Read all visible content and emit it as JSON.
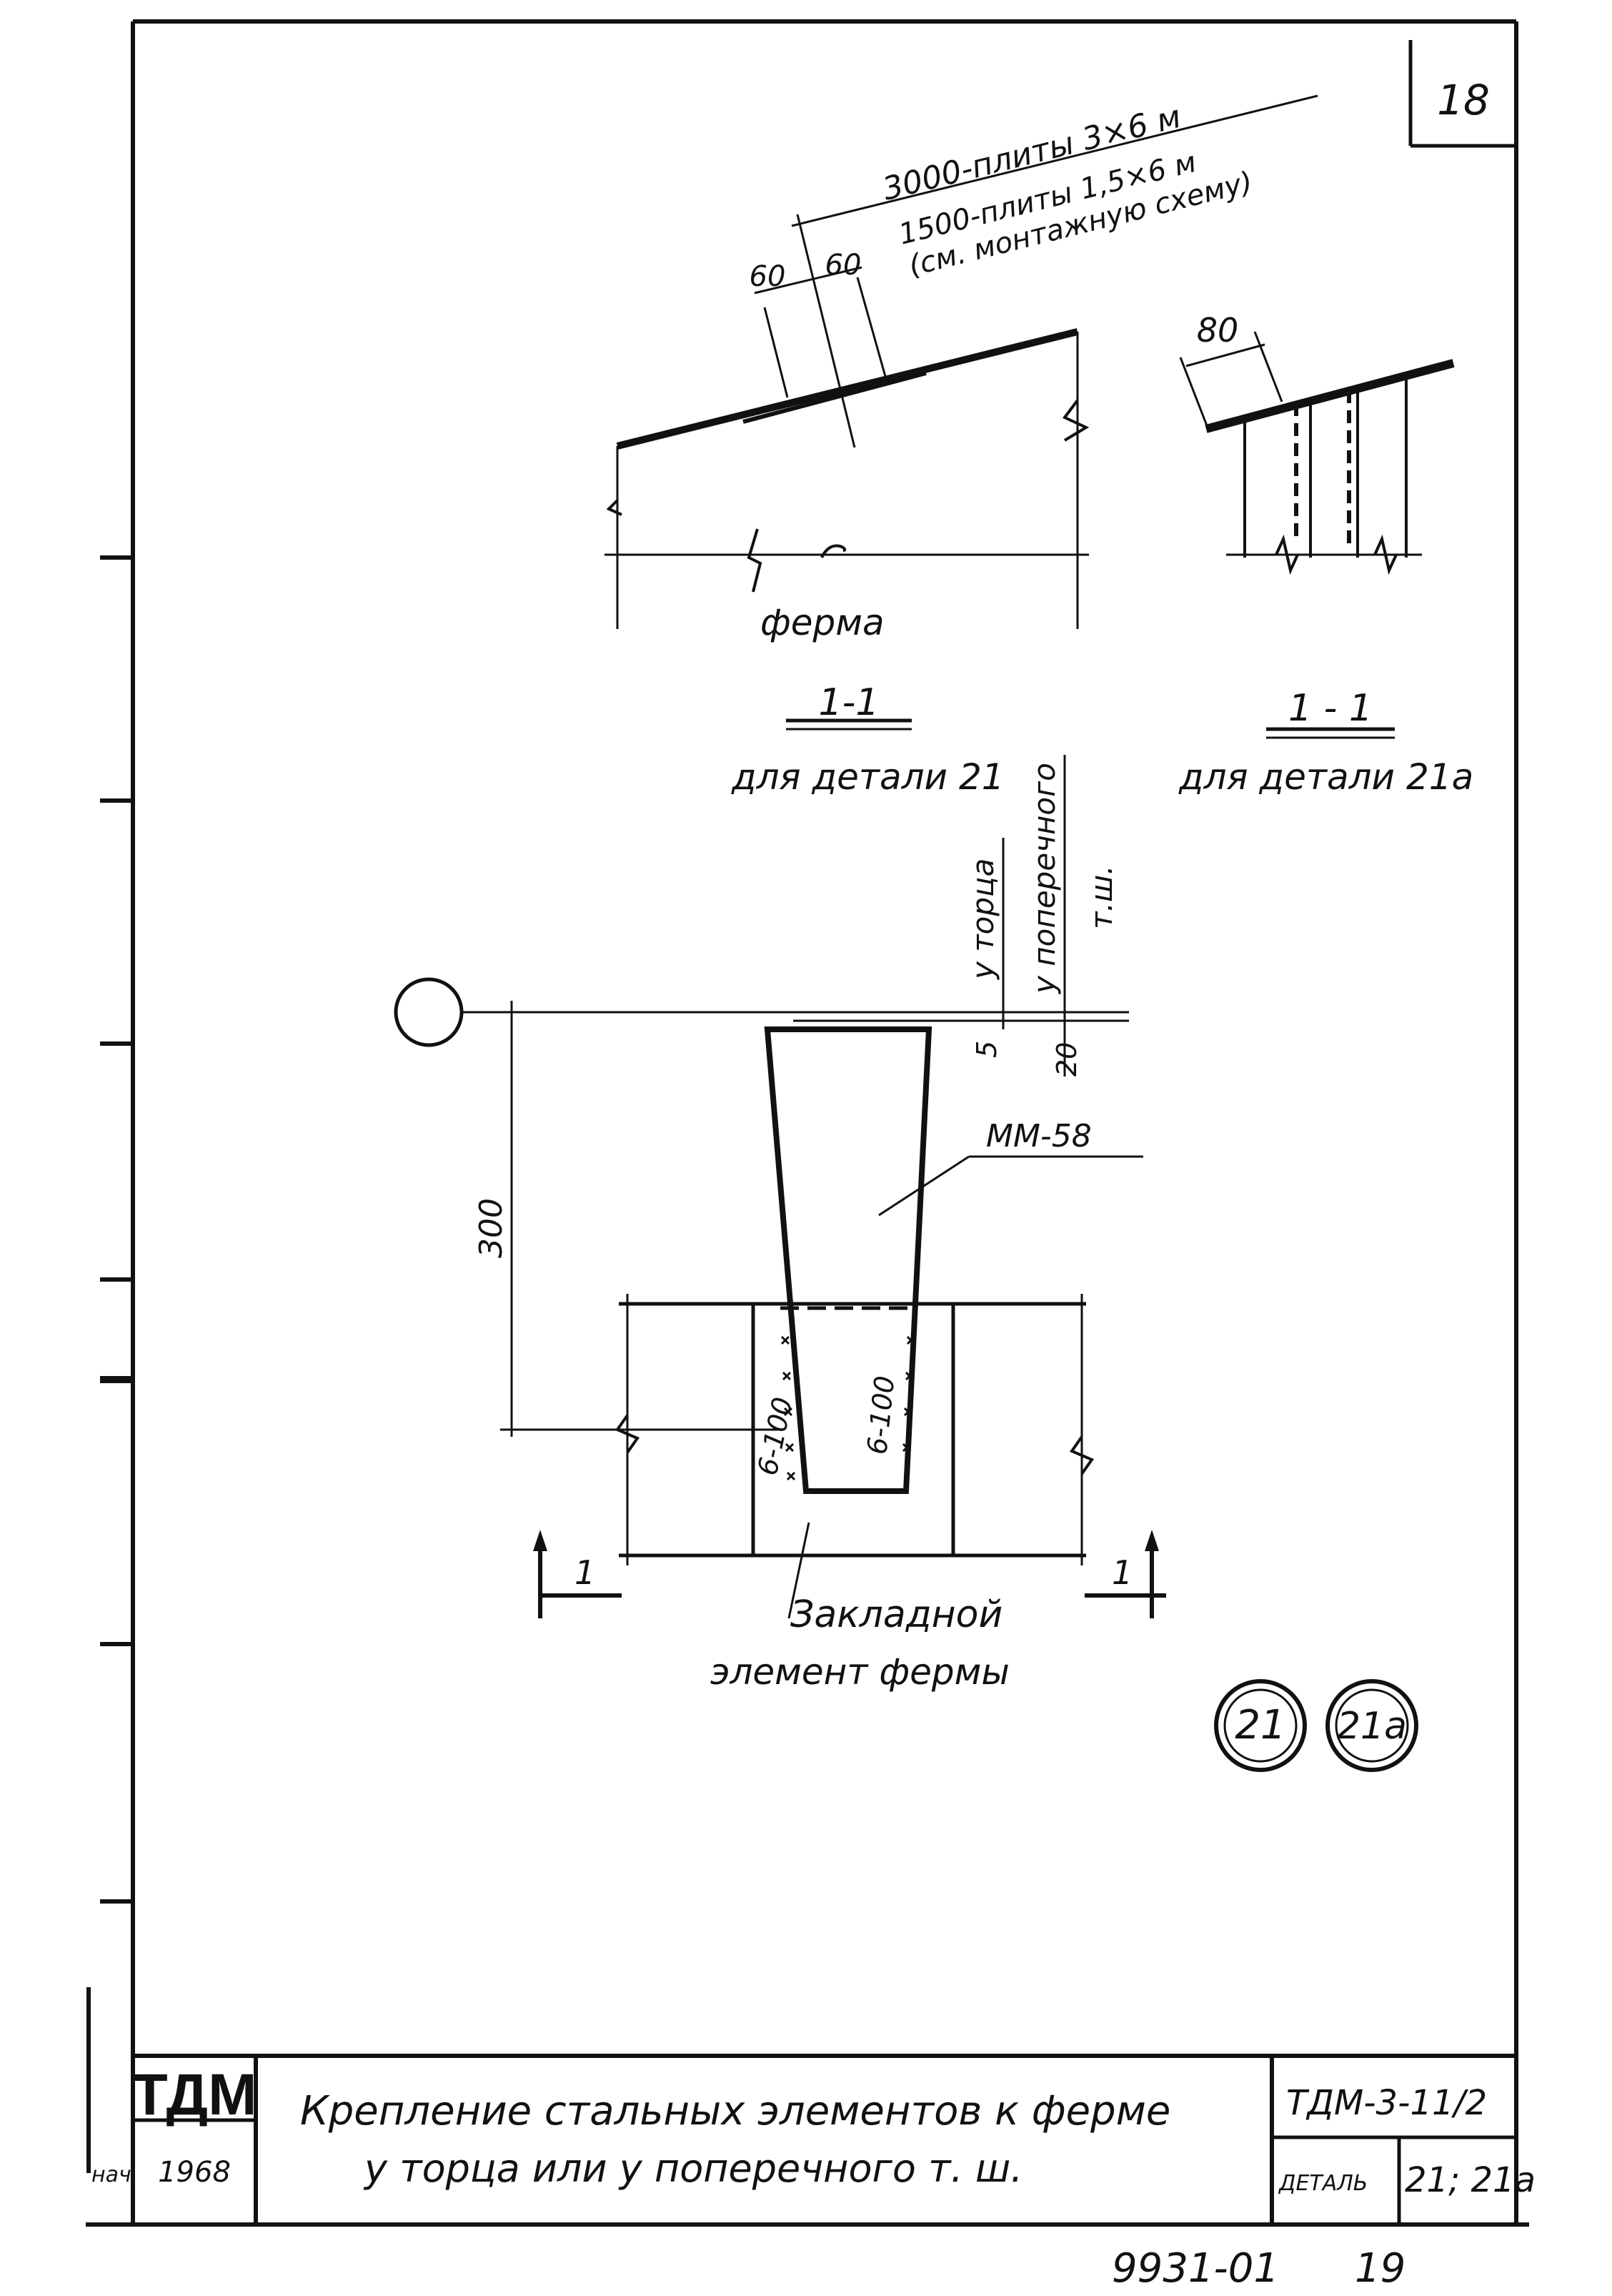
{
  "sheet": {
    "number": "18",
    "footer_code": "9931-01",
    "footer_page": "19"
  },
  "top_view": {
    "dim_line1": "3000-плиты 3×6 м",
    "dim_line2": "1500-плиты 1,5×6 м",
    "dim_line3": "(см. монтажную   схему)",
    "dim_a": "60",
    "dim_b": "60",
    "label_ferma": "ферма",
    "section_mark": "1-1",
    "section_caption": "для детали 21"
  },
  "right_view": {
    "dim": "80",
    "section_mark": "1 - 1",
    "section_caption": "для детали 21а"
  },
  "main_view": {
    "label_torca": "у торца",
    "label_poperech": "у поперечного",
    "label_tsh": "т.ш.",
    "dim_5": "5",
    "dim_20": "20",
    "dim_height": "300",
    "element_name": "ММ-58",
    "weld_left": "6-100",
    "weld_right": "6-100",
    "cut_left": "1",
    "cut_right": "1",
    "embedded_line1": "Закладной",
    "embedded_line2": "элемент  фермы"
  },
  "detail_marks": [
    "21",
    "21а"
  ],
  "title_block": {
    "org": "ТДМ",
    "year": "1968",
    "stamp_left": "нач",
    "title_line1": "Крепление стальных элементов к ферме",
    "title_line2": "у торца или у поперечного  т. ш.",
    "doc_code": "ТДМ-3-11/2",
    "detail_label": "ДЕТАЛЬ",
    "detail_value": "21; 21а"
  },
  "colors": {
    "ink": "#111111",
    "paper": "#ffffff"
  }
}
